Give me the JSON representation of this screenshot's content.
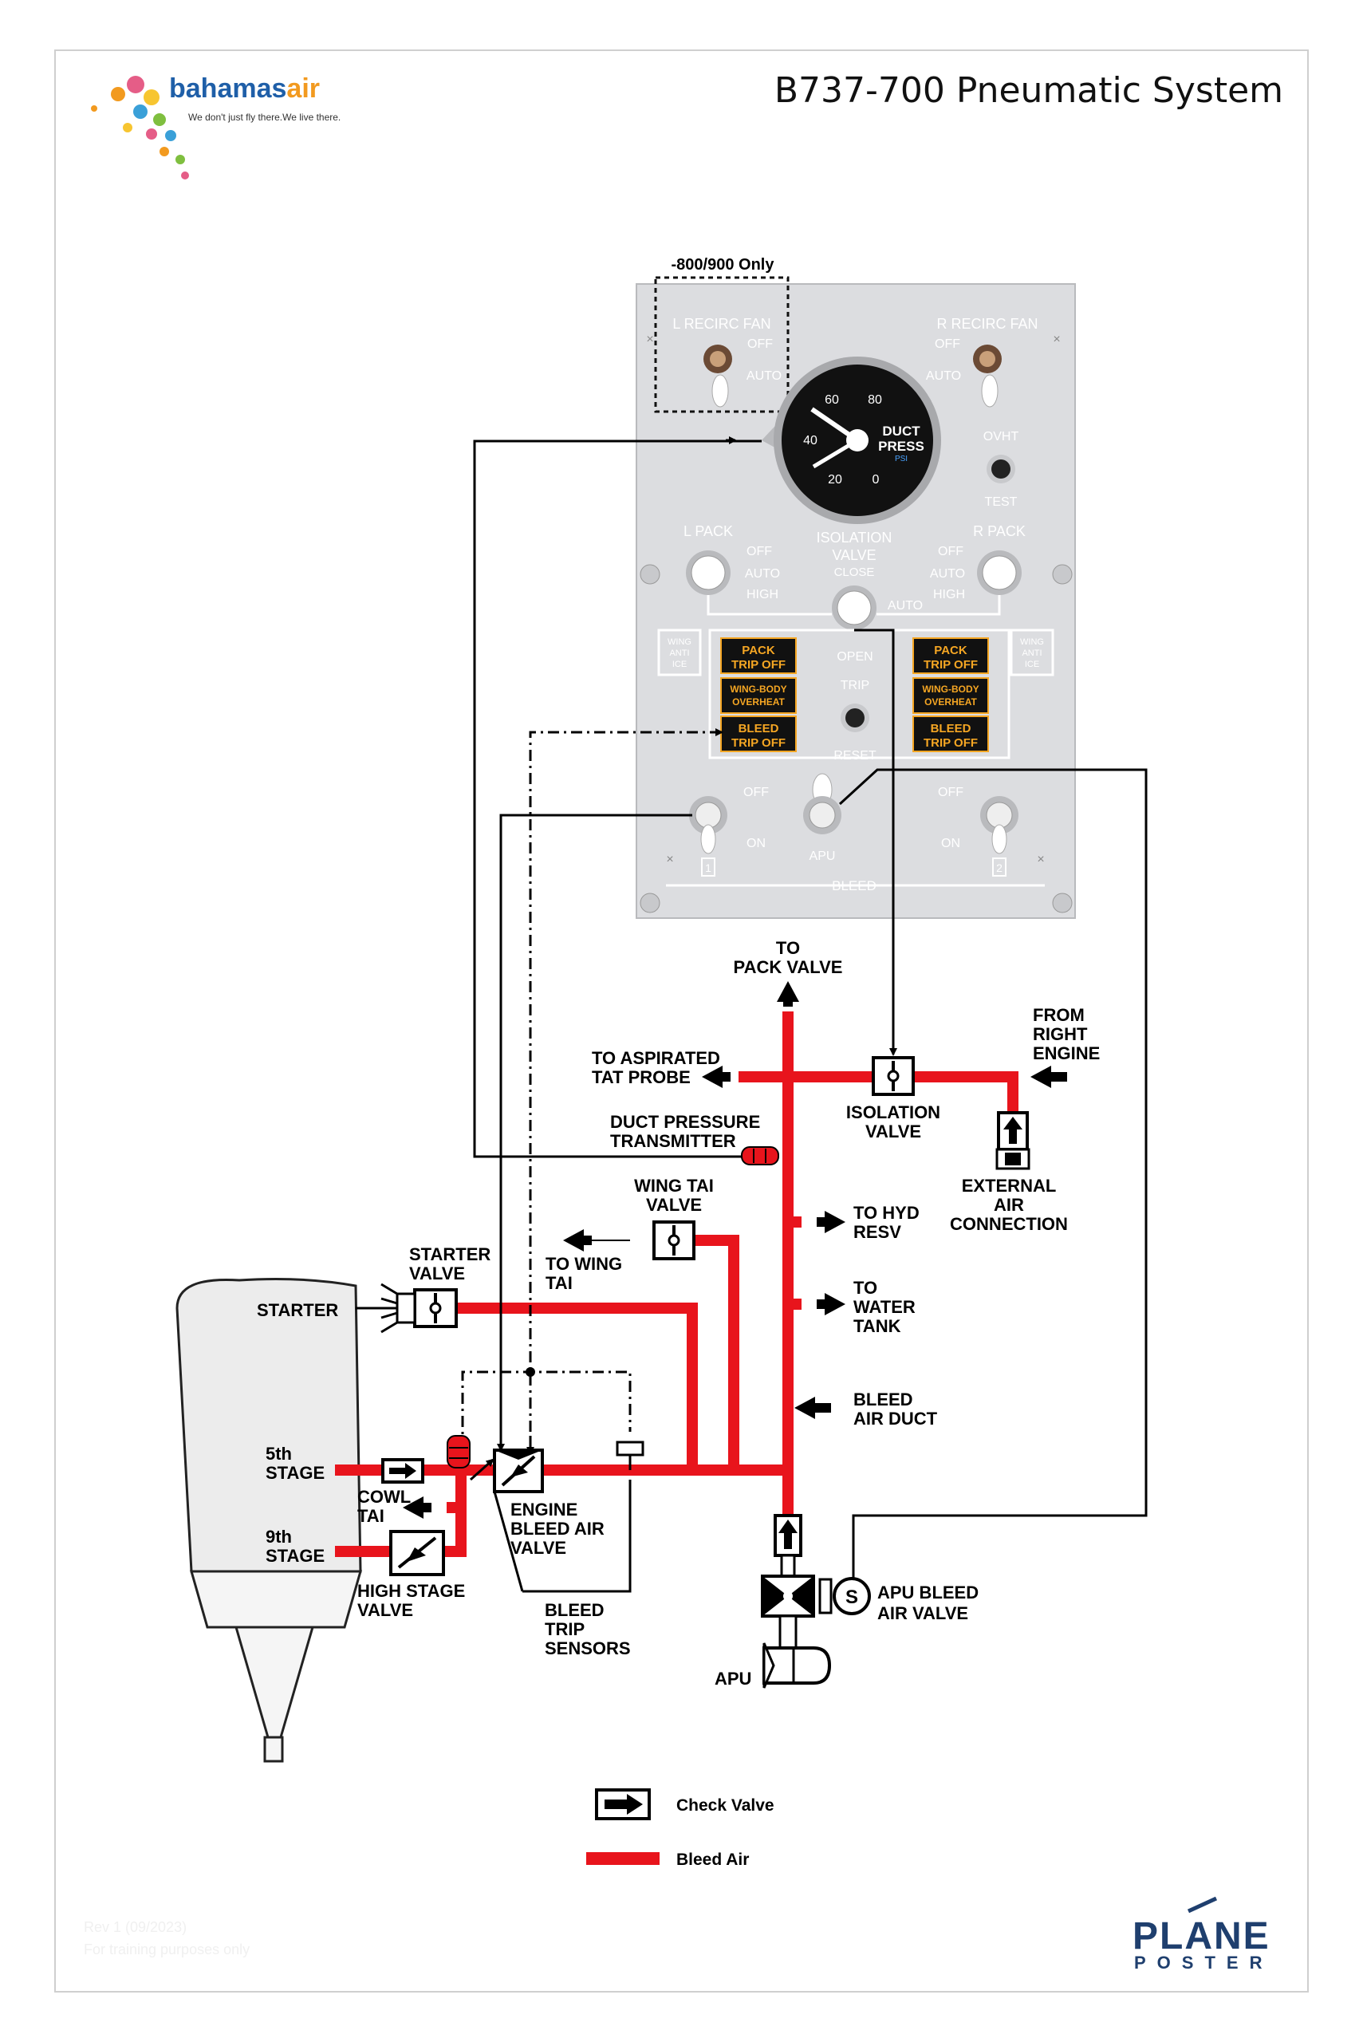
{
  "header": {
    "title": "B737-700 Pneumatic System",
    "brand_blue": "bahamas",
    "brand_orange": "air",
    "tagline": "We don't just fly there.We live there."
  },
  "colors": {
    "bleed_air": "#e8141c",
    "panel": "#dcdde0",
    "annunciator_text": "#f5a623",
    "brand_blue": "#1f5fa8",
    "brand_orange": "#f29a1f"
  },
  "panel": {
    "option_box": "-800/900 Only",
    "l_recirc_fan": "L RECIRC FAN",
    "r_recirc_fan": "R RECIRC FAN",
    "off": "OFF",
    "auto": "AUTO",
    "ovht": "OVHT",
    "test": "TEST",
    "gauge_ticks": [
      "60",
      "80",
      "40",
      "20",
      "0"
    ],
    "gauge_label_1": "DUCT",
    "gauge_label_2": "PRESS",
    "gauge_unit": "PSI",
    "l_pack": "L PACK",
    "r_pack": "R PACK",
    "high": "HIGH",
    "isolation_valve_1": "ISOLATION",
    "isolation_valve_2": "VALVE",
    "close": "CLOSE",
    "wing_anti_ice_1": "WING",
    "wing_anti_ice_2": "ANTI",
    "wing_anti_ice_3": "ICE",
    "pack_trip_off_1": "PACK",
    "pack_trip_off_2": "TRIP OFF",
    "wing_body_1": "WING-BODY",
    "wing_body_2": "OVERHEAT",
    "bleed_trip_off_1": "BLEED",
    "bleed_trip_off_2": "TRIP OFF",
    "open": "OPEN",
    "trip": "TRIP",
    "reset": "RESET",
    "on": "ON",
    "apu": "APU",
    "eng_1": "1",
    "eng_2": "2",
    "bleed": "BLEED"
  },
  "diagram": {
    "to_pack_valve_1": "TO",
    "to_pack_valve_2": "PACK VALVE",
    "from_right_engine_1": "FROM",
    "from_right_engine_2": "RIGHT",
    "from_right_engine_3": "ENGINE",
    "to_aspirated_1": "TO ASPIRATED",
    "to_aspirated_2": "TAT PROBE",
    "isolation_valve_1": "ISOLATION",
    "isolation_valve_2": "VALVE",
    "duct_pressure_1": "DUCT PRESSURE",
    "duct_pressure_2": "TRANSMITTER",
    "external_air_1": "EXTERNAL",
    "external_air_2": "AIR",
    "external_air_3": "CONNECTION",
    "wing_tai_valve_1": "WING TAI",
    "wing_tai_valve_2": "VALVE",
    "to_hyd_resv_1": "TO HYD",
    "to_hyd_resv_2": "RESV",
    "to_wing_tai_1": "TO WING",
    "to_wing_tai_2": "TAI",
    "starter_valve_1": "STARTER",
    "starter_valve_2": "VALVE",
    "starter": "STARTER",
    "to_water_tank_1": "TO",
    "to_water_tank_2": "WATER",
    "to_water_tank_3": "TANK",
    "bleed_air_duct_1": "BLEED",
    "bleed_air_duct_2": "AIR DUCT",
    "stage5_1": "5th",
    "stage5_2": "STAGE",
    "cowl_tai_1": "COWL",
    "cowl_tai_2": "TAI",
    "stage9_1": "9th",
    "stage9_2": "STAGE",
    "engine_bleed_1": "ENGINE",
    "engine_bleed_2": "BLEED AIR",
    "engine_bleed_3": "VALVE",
    "high_stage_1": "HIGH STAGE",
    "high_stage_2": "VALVE",
    "bleed_trip_1": "BLEED",
    "bleed_trip_2": "TRIP",
    "bleed_trip_3": "SENSORS",
    "apu_bleed_1": "APU BLEED",
    "apu_bleed_2": "AIR VALVE",
    "solenoid": "S",
    "apu": "APU"
  },
  "legend": {
    "check_valve": "Check Valve",
    "bleed_air": "Bleed Air"
  },
  "footer": {
    "logo": "PLANE",
    "logo_sub": "POSTER",
    "note_1": "Rev 1 (09/2023)",
    "note_2": "For training purposes only"
  }
}
